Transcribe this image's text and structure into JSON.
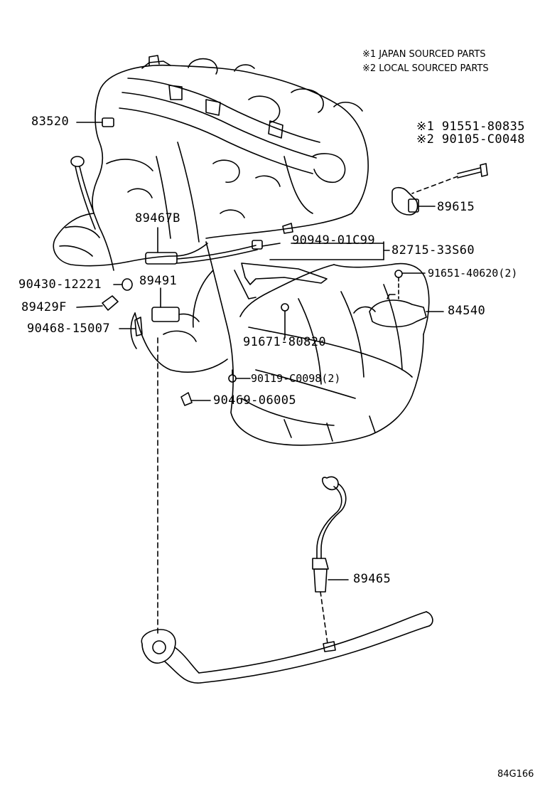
{
  "notes": {
    "japan": "※1 JAPAN SOURCED PARTS",
    "local": "※2 LOCAL SOURCED PARTS"
  },
  "parts": {
    "p83520": "83520",
    "p91551": "※1 91551-80835",
    "p90105": "※2 90105-C0048",
    "p89615": "89615",
    "p89467b": "89467B",
    "p90949": "90949-01C99",
    "p82715": "82715-33S60",
    "p91651": "91651-40620(2)",
    "p90430": "90430-12221",
    "p89491": "89491",
    "p84540": "84540",
    "p89429f": "89429F",
    "p90468": "90468-15007",
    "p91671": "91671-80820",
    "p90119": "90119-C0098(2)",
    "p90469": "90469-06005",
    "p89465": "89465"
  },
  "diagram_ref": "84G166"
}
